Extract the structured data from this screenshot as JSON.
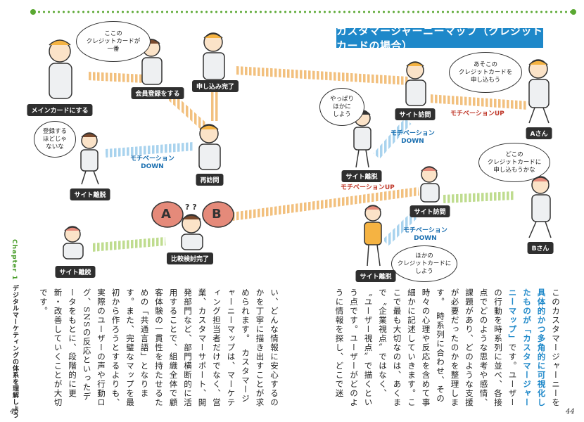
{
  "diagram": {
    "title": "カスタマージャーニーマップ（クレジットカードの場合）",
    "stage_labels": {
      "main_card": "メインカードにする",
      "member_register": "会員登録をする",
      "apply_done": "申し込み完了",
      "revisit": "再訪問",
      "site_leave_left": "サイト離脱",
      "compare_done": "比較検討完了",
      "site_leave_bottom": "サイト離脱",
      "site_visit_top": "サイト訪問",
      "site_leave_mid": "サイト離脱",
      "site_visit_mid": "サイト訪問",
      "site_leave_right": "サイト離脱",
      "person_a": "Aさん",
      "person_b": "Bさん"
    },
    "speech": {
      "best_card": "ここの\nクレジットカードが\n一番",
      "register_hassle": "登録する\nほどじゃ\nないな",
      "maybe_other": "やっぱり\nほかに\nしよう",
      "apply_there": "あそこの\nクレジットカードを\n申し込もう",
      "which_card": "どこの\nクレジットカードに\n申し込もうかな",
      "other_card": "ほかの\nクレジットカードに\nしよう"
    },
    "motivation": {
      "down_left": "モチベーション\nDOWN",
      "up_right": "モチベーションUP",
      "down_right_top": "モチベーション\nDOWN",
      "up_mid": "モチベーションUP",
      "down_right_bottom": "モチベーション\nDOWN"
    },
    "compare_letters": {
      "a": "A",
      "b": "B",
      "q": "? ?"
    }
  },
  "chapter": {
    "label": "Chapter 1",
    "subtitle": "デジタルマーケティングの体系を理解しよう"
  },
  "text": {
    "left_page": "い、どんな情報に安心するのかを丁寧に描き出すことが求められます。　カスタマージャーニーマップは、マーケティング担当者だけでなく、営業、カスタマーサポート、開発部門など、部門横断的に活用することで、組織全体で顧客体験の一貫性を持たせるための「共通言語」となります。また、完璧なマップを最初から作ろうとするよりも、実際のユーザーの声や行動ログ、SNSの反応といったデータをもとに、段階的に更新・改善していくことが大切です。",
    "right_intro": "このカスタマージャーニーを",
    "right_highlight": "具体的かつ多角的に可視化したものが「カスタマージャーニーマップ」",
    "right_rest": "です。ユーザーの行動を時系列に並べ、各接点でどのような思考や感情、課題があり、どのような支援が必要だったのかを整理します。　時系列に合わせ、その時々の心理や反応を含めて事細かに記述していきます。ここで最も大切なのは、あくまで〝企業視点〟ではなく、〝ユーザー視点〟で描くという点です。ユーザーがどのように情報を探し、どこで迷"
  },
  "page_numbers": {
    "left": "45",
    "right": "44"
  },
  "colors": {
    "accent_blue": "#1e88c9",
    "chapter_green": "#5aa832",
    "up_orange": "#f2c07e",
    "down_blue": "#a9d3ee",
    "neutral_green": "#bfdc8f"
  }
}
